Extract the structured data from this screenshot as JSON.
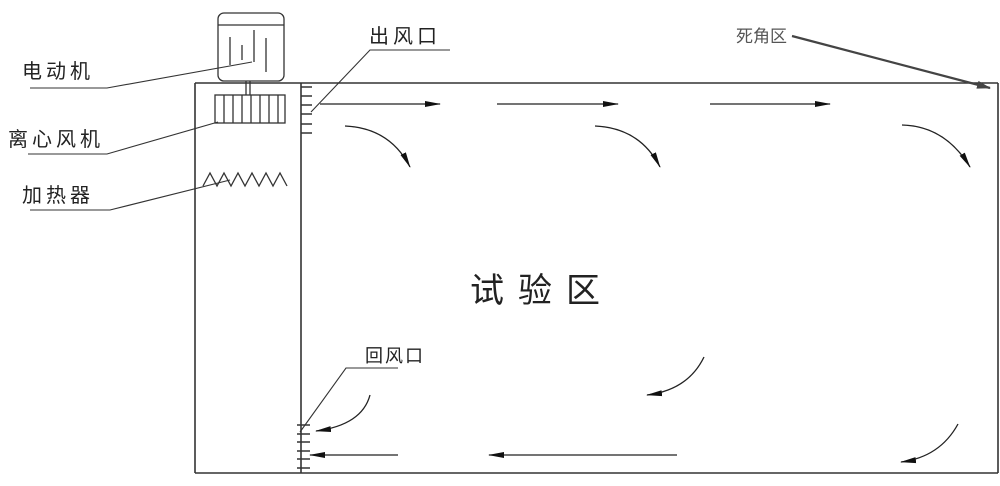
{
  "labels": {
    "motor": "电动机",
    "fan": "离心风机",
    "heater": "加热器",
    "outlet": "出风口",
    "dead_zone": "死角区",
    "test_zone": "试验区",
    "return_inlet": "回风口"
  }
}
